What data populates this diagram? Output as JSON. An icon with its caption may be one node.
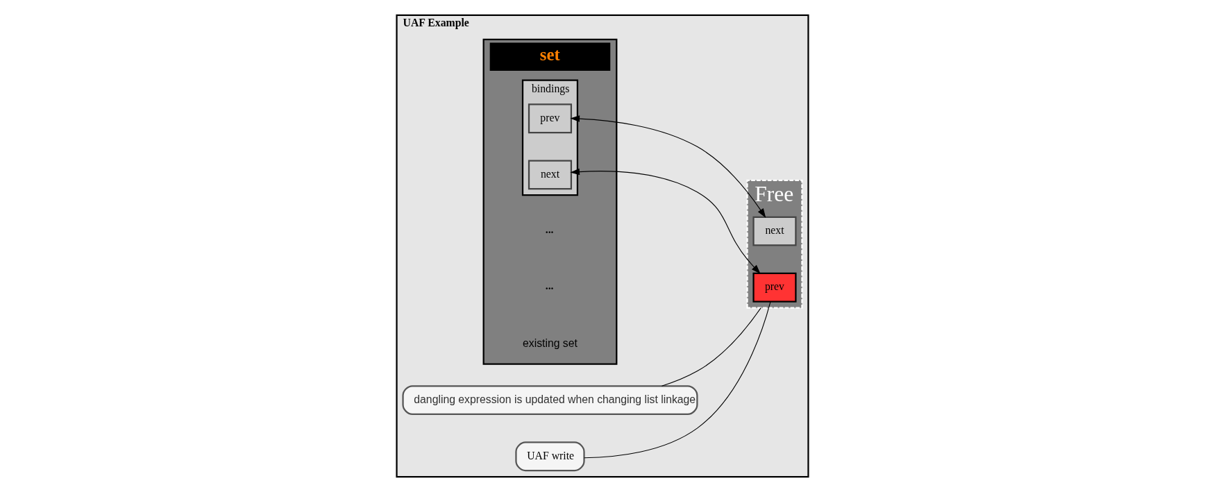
{
  "diagram": {
    "nodes": [
      {
        "text": [
          "UAF Example"
        ]
      },
      {
        "text": [
          "set"
        ],
        "in": 0,
        "beside": [
          "existing set"
        ]
      },
      {
        "text": [
          "..."
        ],
        "in": 1
      },
      {
        "text": [
          "bindings"
        ],
        "in": 1
      },
      {
        "text": [
          "prev"
        ],
        "in": 3
      },
      {
        "text": [
          "next"
        ],
        "in": 3
      },
      {
        "text": [
          "..."
        ],
        "in": 1
      },
      {
        "text": [
          "Free"
        ],
        "in": 0
      },
      {
        "text": [
          "prev"
        ],
        "in": 7
      },
      {
        "text": [
          "next"
        ],
        "in": 7
      },
      {
        "text": [
          "dangling expression is updated when changing list linkage"
        ],
        "in": 0
      },
      {
        "text": [
          "UAF write"
        ],
        "in": 0
      }
    ],
    "edges": [
      {
        "from": 9,
        "to": 4,
        "arrow": "both"
      },
      {
        "from": 5,
        "to": 8,
        "arrow": "both"
      },
      {
        "from": 10,
        "to": 7,
        "arrow": "none"
      },
      {
        "from": 11,
        "to": 8,
        "arrow": "none"
      }
    ]
  }
}
